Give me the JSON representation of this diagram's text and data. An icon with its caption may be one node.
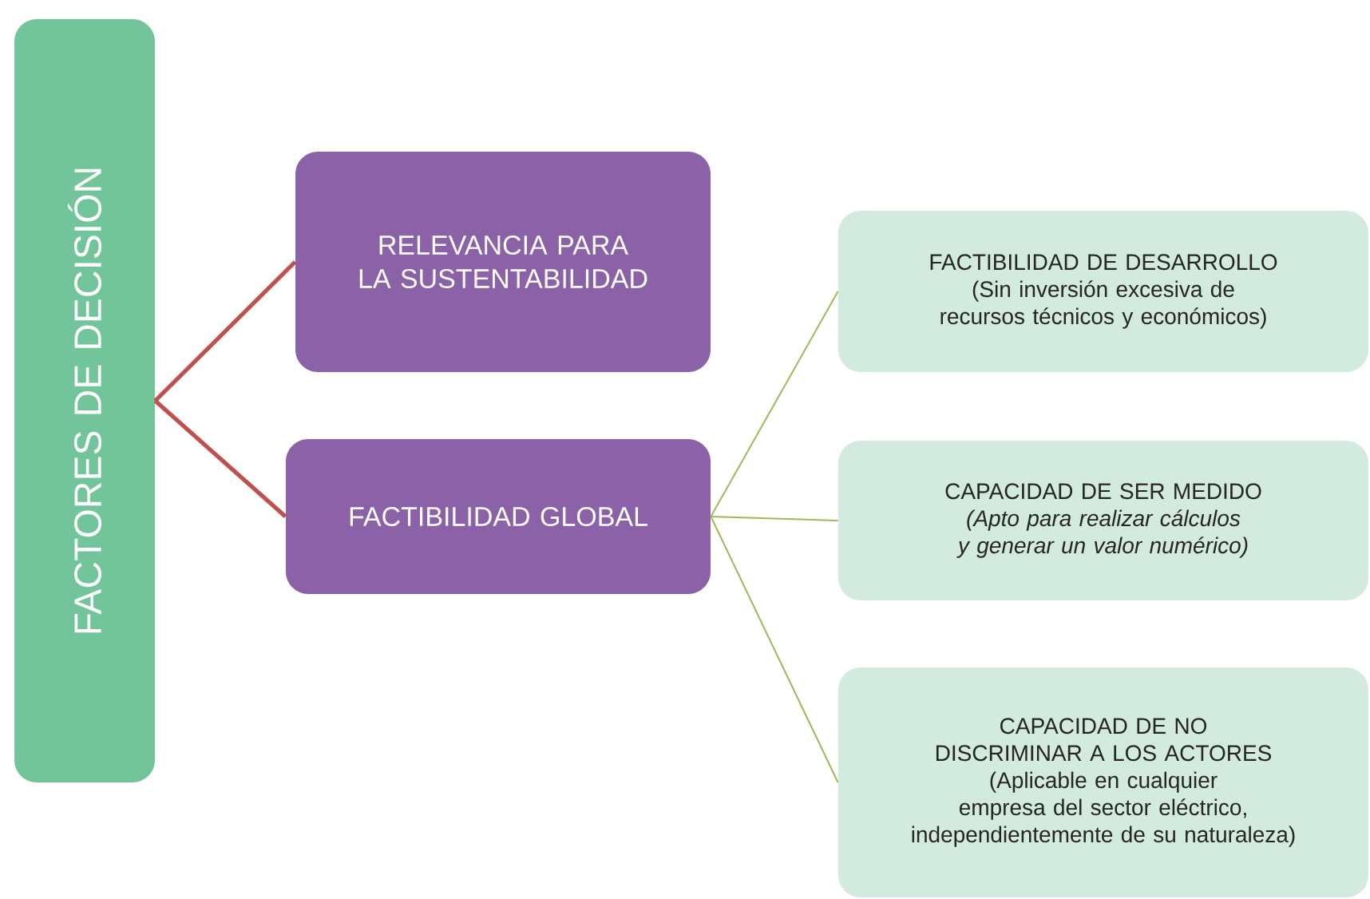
{
  "diagram": {
    "nodes": [
      {
        "text": [
          "FACTORES DE DECISIÓN"
        ]
      },
      {
        "text": [
          "RELEVANCIA PARA LA SUSTENTABILIDAD"
        ]
      },
      {
        "text": [
          "FACTIBILIDAD GLOBAL"
        ]
      },
      {
        "text": [
          "FACTIBILIDAD DE DESARROLLO",
          "(Sin inversión excesiva de recursos técnicos y económicos)"
        ]
      },
      {
        "text": [
          "CAPACIDAD DE SER MEDIDO",
          "(Apto para realizar cálculos y generar un valor numérico)"
        ]
      },
      {
        "text": [
          "CAPACIDAD DE NO DISCRIMINAR A LOS ACTORES",
          "(Aplicable en cualquier empresa del sector eléctrico, independientemente de su naturaleza)"
        ]
      }
    ],
    "edges": [
      {
        "from": 0,
        "to": 1,
        "arrow": "none",
        "style": "thick",
        "color": "#c0504d"
      },
      {
        "from": 0,
        "to": 2,
        "arrow": "none",
        "style": "thick",
        "color": "#c0504d"
      },
      {
        "from": 2,
        "to": 3,
        "arrow": "none",
        "color": "#9bbb59"
      },
      {
        "from": 2,
        "to": 4,
        "arrow": "none",
        "color": "#9bbb59"
      },
      {
        "from": 2,
        "to": 5,
        "arrow": "none",
        "color": "#9bbb59"
      }
    ]
  }
}
